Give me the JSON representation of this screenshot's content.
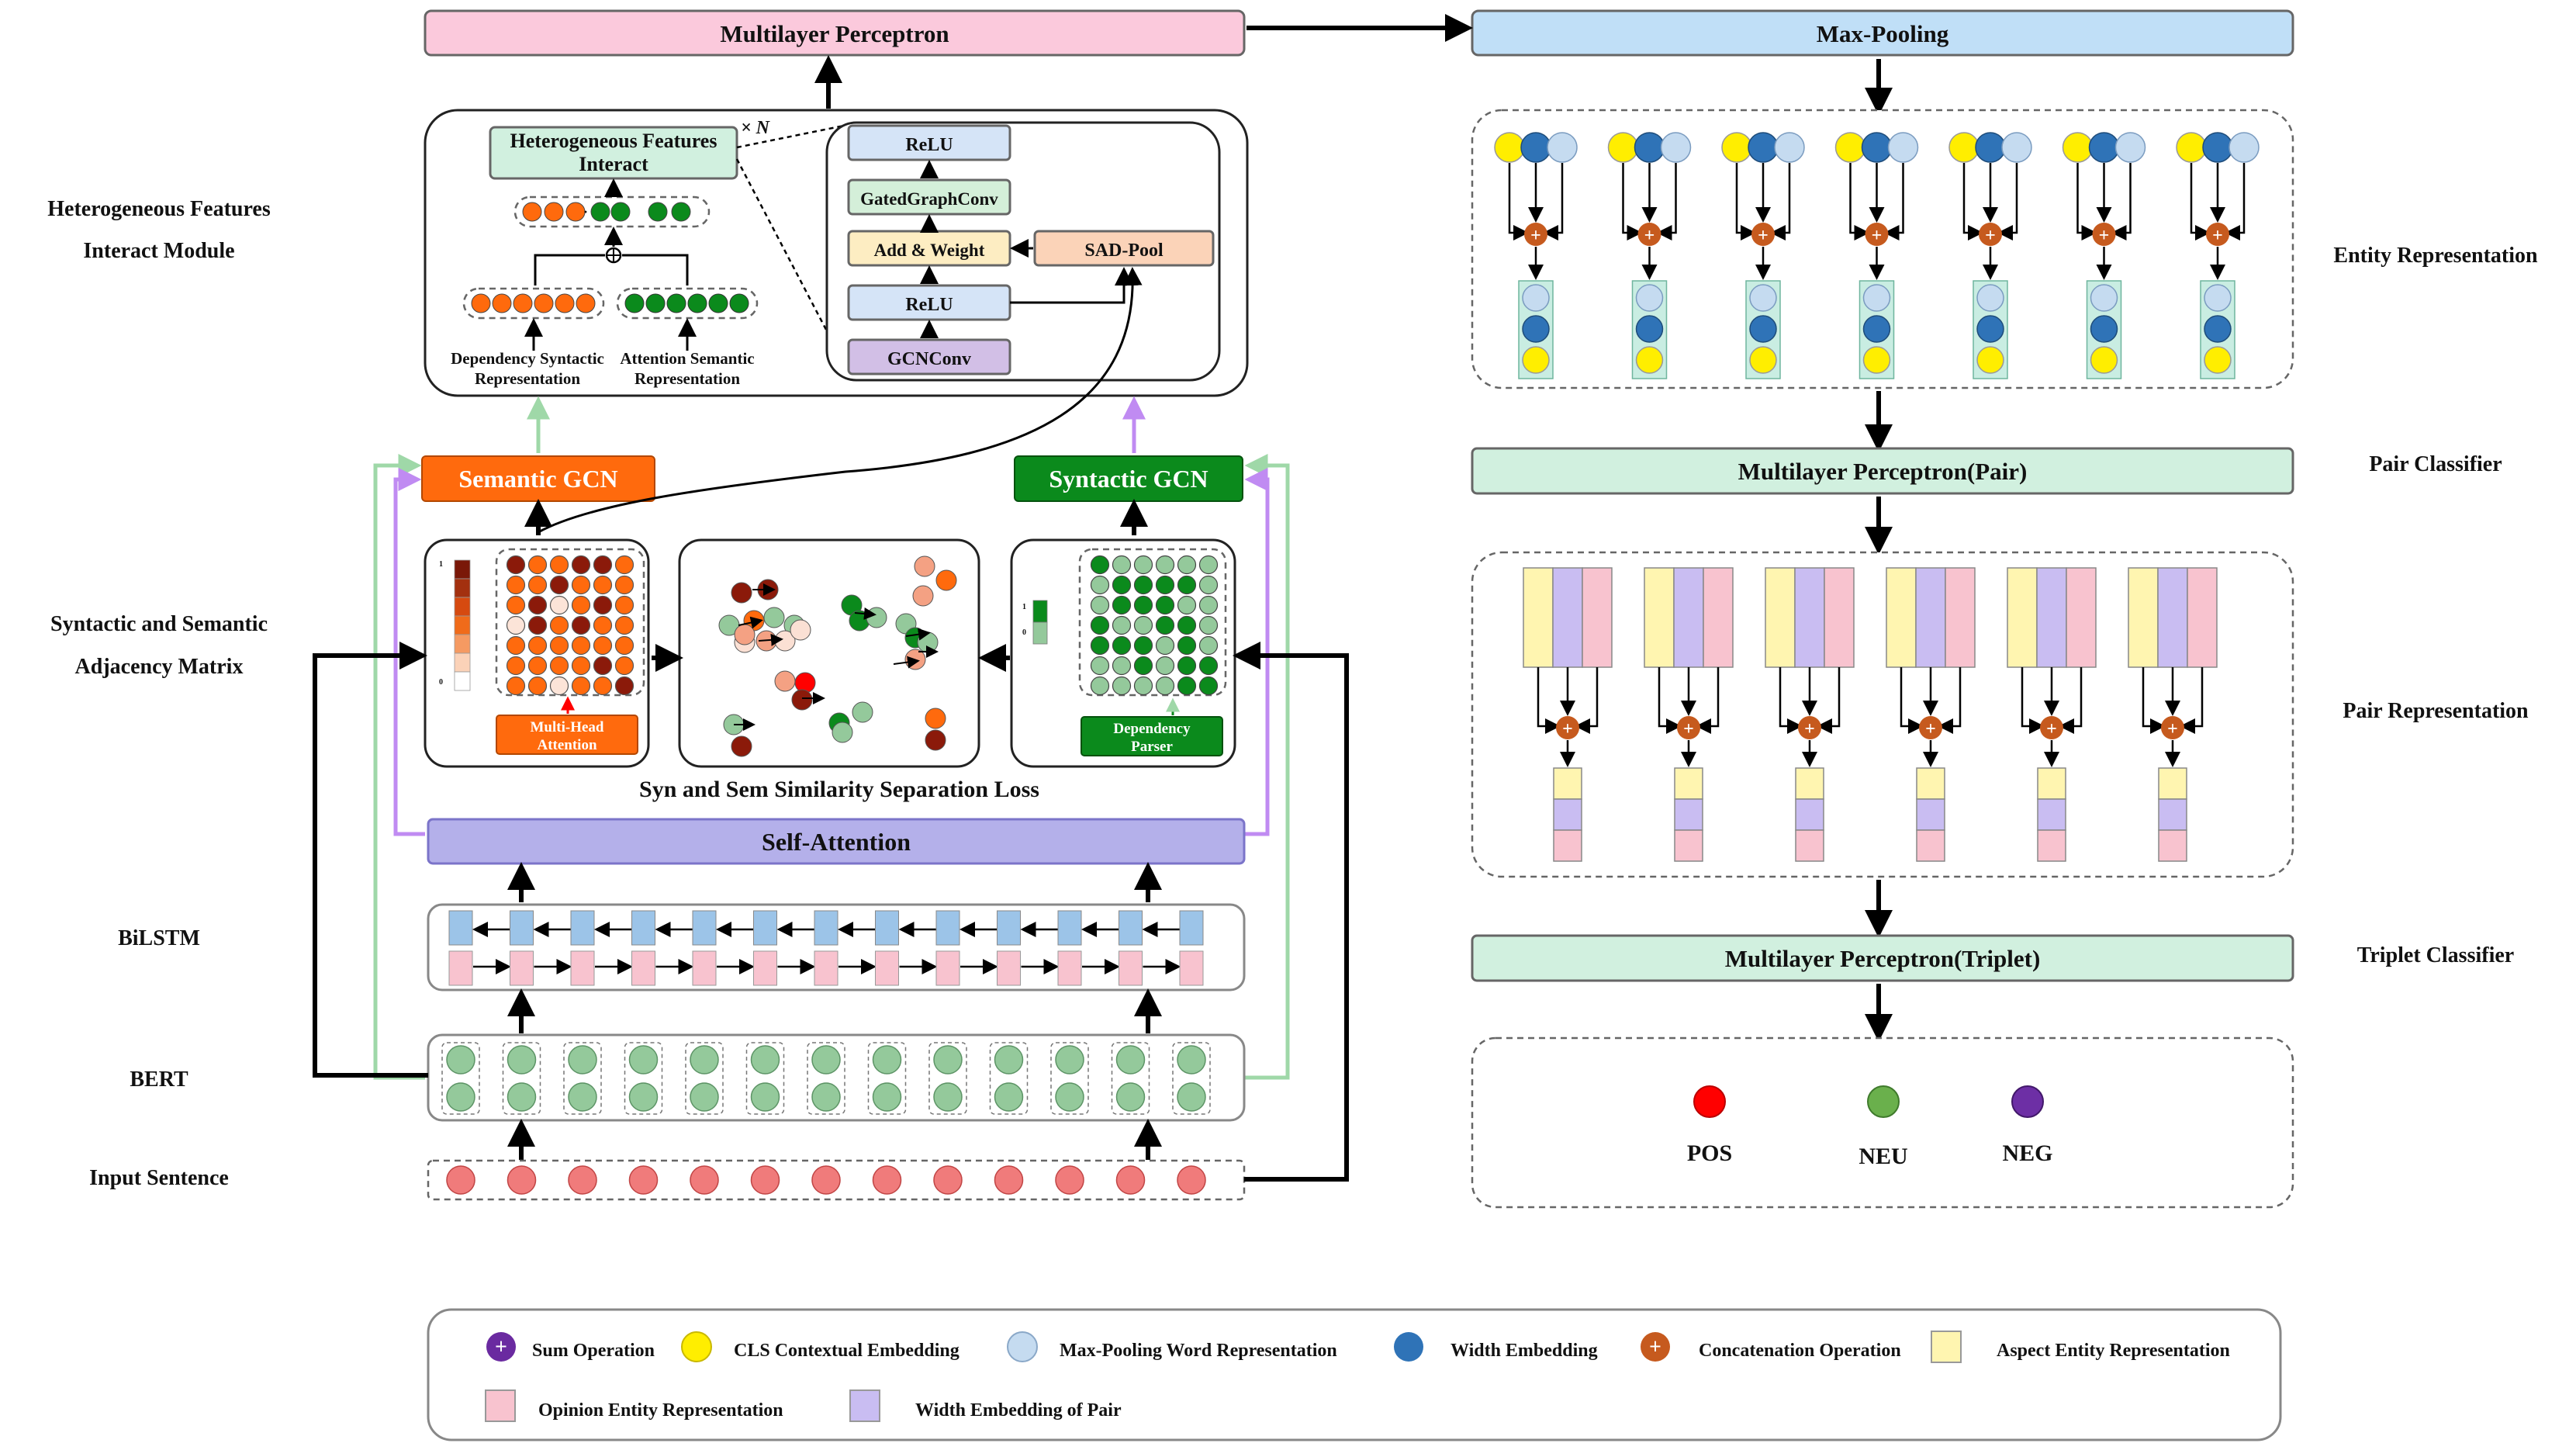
{
  "colors": {
    "pink_box": "#fbc9dc",
    "blue_box": "#c0dff7",
    "green_box": "#d1f0df",
    "purple_box": "#b4b0ea",
    "orange": "#ff6a0d",
    "dark_green": "#0b8a1c",
    "token_red": "#f07b7b",
    "bert_green": "#94c99b",
    "cls_yellow": "#ffee00",
    "width_blue": "#2f73b7",
    "maxpool_blue": "#c5dbf0",
    "concat_orange": "#c65a1e",
    "sum_purple": "#6a2aa0",
    "aspect_yellow": "#fff5b0",
    "opinion_pink": "#f8c3cf",
    "pair_purple": "#c9bdf2",
    "pos_red": "#ff0000",
    "neu_green": "#6ab04c",
    "neg_purple": "#6d2fa5"
  },
  "left_labels": {
    "hfim_line1": "Heterogeneous Features",
    "hfim_line2": "Interact Module",
    "adj_line1": "Syntactic and Semantic",
    "adj_line2": "Adjacency Matrix",
    "bilstm": "BiLSTM",
    "bert": "BERT",
    "input": "Input Sentence"
  },
  "right_labels": {
    "entity_rep": "Entity Representation",
    "pair_classifier": "Pair Classifier",
    "pair_rep": "Pair Representation",
    "triplet_classifier": "Triplet Classifier"
  },
  "boxes": {
    "mlp_top": "Multilayer Perceptron",
    "maxpool": "Max-Pooling",
    "mlp_pair": "Multilayer Perceptron(Pair)",
    "mlp_triplet": "Multilayer Perceptron(Triplet)",
    "semantic_gcn": "Semantic GCN",
    "syntactic_gcn": "Syntactic GCN",
    "self_attention": "Self-Attention"
  },
  "hfim": {
    "title_line1": "Heterogeneous Features",
    "title_line2": "Interact",
    "times_n": "× N",
    "dep_line1": "Dependency Syntactic",
    "dep_line2": "Representation",
    "att_line1": "Attention Semantic",
    "att_line2": "Representation",
    "relu_top": "ReLU",
    "gated": "GatedGraphConv",
    "add_weight": "Add & Weight",
    "sad_pool": "SAD-Pool",
    "relu_bottom": "ReLU",
    "gcnconv": "GCNConv"
  },
  "adjacency": {
    "multihead_line1": "Multi-Head",
    "multihead_line2": "Attention",
    "dep_parser_line1": "Dependency",
    "dep_parser_line2": "Parser",
    "loss_label": "Syn and Sem Similarity Separation Loss",
    "sem_scale_top": "1",
    "sem_scale_bottom": "0",
    "syn_scale_top": "1",
    "syn_scale_bottom": "0"
  },
  "sentiments": {
    "pos": "POS",
    "neu": "NEU",
    "neg": "NEG"
  },
  "legend": {
    "sum": "Sum Operation",
    "cls": "CLS Contextual Embedding",
    "maxpool_word": "Max-Pooling Word Representation",
    "width": "Width Embedding",
    "concat": "Concatenation Operation",
    "aspect": "Aspect Entity Representation",
    "opinion": "Opinion Entity Representation",
    "width_pair": "Width Embedding of Pair"
  },
  "counts": {
    "tokens": 13,
    "entity_groups": 7,
    "pair_groups": 6
  }
}
